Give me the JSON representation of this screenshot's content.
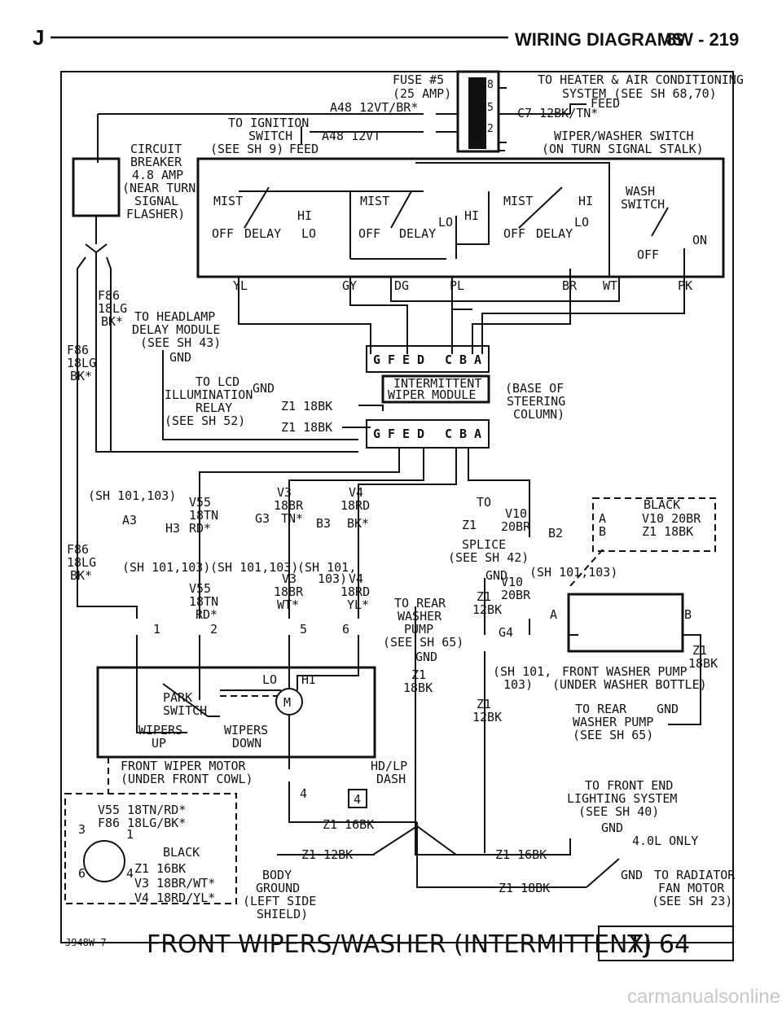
{
  "header": {
    "section_letter": "J",
    "title": "WIRING DIAGRAMS",
    "page": "8W - 219"
  },
  "labels": {
    "fuse": "FUSE #5",
    "fuse_amp": "(25 AMP)",
    "heater1": "TO HEATER & AIR CONDITIONING",
    "heater2": "SYSTEM (SEE SH 68,70)",
    "a48_brk": "A48 12VT/BR*",
    "c7": "C7 12BK/TN*",
    "feed_top": "FEED",
    "ign1": "TO IGNITION",
    "ign2": "SWITCH",
    "ign3": "(SEE SH 9)",
    "a48_vt": "A48 12VT",
    "feed_ign": "FEED",
    "wws1": "WIPER/WASHER SWITCH",
    "wws2": "(ON TURN SIGNAL STALK)",
    "cb1": "CIRCUIT",
    "cb2": "BREAKER",
    "cb3": "4.8 AMP",
    "cb4": "(NEAR TURN",
    "cb5": "SIGNAL",
    "cb6": "FLASHER)",
    "pin8": "8",
    "pin5": "5",
    "pin2": "2",
    "mist": "MIST",
    "hi": "HI",
    "lo": "LO",
    "off": "OFF",
    "delay": "DELAY",
    "wash1": "WASH",
    "wash2": "SWITCH",
    "on": "ON",
    "wc_yl": "YL",
    "wc_gy": "GY",
    "wc_dg": "DG",
    "wc_pl": "PL",
    "wc_br": "BR",
    "wc_wt": "WT",
    "wc_pk": "PK",
    "f86a": "F86",
    "f86b": "18LG",
    "f86c": "BK*",
    "hdl1": "TO HEADLAMP",
    "hdl2": "DELAY MODULE",
    "hdl3": "(SEE SH 43)",
    "gnd": "GND",
    "lcd1": "TO LCD",
    "lcd2": "ILLUMINATION",
    "lcd3": "RELAY",
    "lcd4": "(SEE SH 52)",
    "z1_18bk": "Z1 18BK",
    "conn_g": "G",
    "conn_f": "F",
    "conn_e": "E",
    "conn_d": "D",
    "conn_c": "C",
    "conn_b": "B",
    "conn_a": "A",
    "iwm1": "INTERMITTENT",
    "iwm2": "WIPER MODULE",
    "base1": "(BASE OF",
    "base2": "STEERING",
    "base3": "COLUMN)",
    "sh101": "(SH 101,103)",
    "a3": "A3",
    "v55a": "V55",
    "v55b": "18TN",
    "h3": "H3",
    "rdk": "RD*",
    "v3a": "V3",
    "v3b": "18BR",
    "g3": "G3",
    "tnk": "TN*",
    "v4a": "V4",
    "v4b": "18RD",
    "b3": "B3",
    "bkk": "BK*",
    "sh101b": "(SH 101,",
    "sh103b": "103)",
    "v55c": "V55",
    "v55d": "18TN",
    "v55e": "RD*",
    "v3c": "V3",
    "v3d": "18BR",
    "v3e": "WT*",
    "v4c": "V4",
    "v4d": "18RD",
    "v4e": "YL*",
    "p1": "1",
    "p2": "2",
    "p5": "5",
    "p6": "6",
    "to": "TO",
    "z1": "Z1",
    "splice1": "SPLICE",
    "splice2": "(SEE SH 42)",
    "v10a": "V10",
    "v10b": "20BR",
    "b2": "B2",
    "v10c": "V10",
    "v10d": "20BR",
    "z1_12bk": "12BK",
    "g4": "G4",
    "sh101c": "(SH 101,",
    "sh103c": "103)",
    "rwp1": "TO REAR",
    "rwp2": "WASHER",
    "rwp3": "PUMP",
    "rwp4": "(SEE SH 65)",
    "z1b": "Z1",
    "bk18": "18BK",
    "black": "BLACK",
    "v10_20br": "V10 20BR",
    "z1_18bk_b": "Z1 18BK",
    "pin_a": "A",
    "pin_b": "B",
    "fwp1": "FRONT WASHER PUMP",
    "fwp2": "(UNDER WASHER BOTTLE)",
    "park1": "PARK",
    "park2": "SWITCH",
    "m": "M",
    "wup1": "WIPERS",
    "wup2": "UP",
    "wdn1": "WIPERS",
    "wdn2": "DOWN",
    "fwm1": "FRONT WIPER MOTOR",
    "fwm2": "(UNDER FRONT COWL)",
    "rwp5": "TO REAR",
    "rwp6": "WASHER PUMP",
    "rwp7": "(SEE SH 65)",
    "hdlp1": "HD/LP",
    "hdlp2": "DASH",
    "p4": "4",
    "conn_v55": "V55 18TN/RD*",
    "conn_f86": "F86 18LG/BK*",
    "conn_black": "BLACK",
    "conn_z1": "Z1 16BK",
    "conn_v3": "V3 18BR/WT*",
    "conn_v4": "V4 18RD/YL*",
    "c3": "3",
    "c1": "1",
    "c6": "6",
    "c4": "4",
    "z1_16bk": "Z1 16BK",
    "z1_12bk_g": "Z1 12BK",
    "z1_16bk_r": "Z1 16BK",
    "z1_18bk_r": "Z1 18BK",
    "body1": "BODY",
    "body2": "GROUND",
    "body3": "(LEFT SIDE",
    "body4": "SHIELD)",
    "fe1": "TO FRONT END",
    "fe2": "LIGHTING SYSTEM",
    "fe3": "(SEE SH 40)",
    "l40": "4.0L ONLY",
    "rad1": "TO RADIATOR",
    "rad2": "FAN MOTOR",
    "rad3": "(SEE SH 23)"
  },
  "footer": {
    "code": "J948W-7",
    "title": "FRONT WIPERS/WASHER (INTERMITTENT)",
    "model": "XJ 64",
    "watermark": "carmanualsonline.info"
  }
}
